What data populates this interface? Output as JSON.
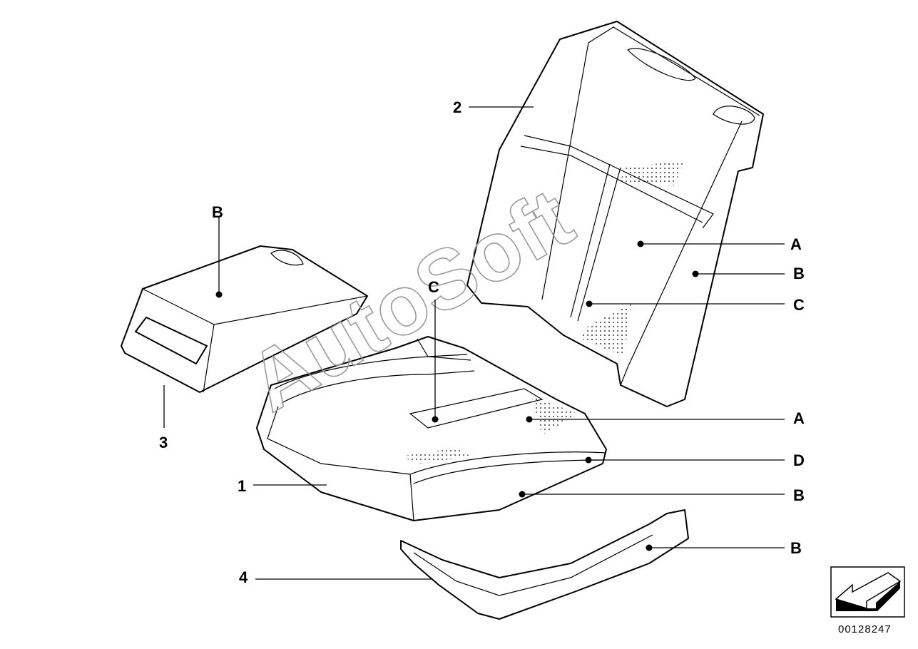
{
  "watermark": "AutoSoft",
  "callouts": {
    "part_1": "1",
    "part_2": "2",
    "part_3": "3",
    "part_4": "4",
    "armrest_B": "B",
    "seat_C": "C",
    "back_A": "A",
    "back_B": "B",
    "back_C": "C",
    "cushion_A": "A",
    "cushion_D": "D",
    "cushion_B": "B",
    "trim_B": "B"
  },
  "diagram_number": "00128247",
  "icons": {
    "orientation": "arrow-icon"
  }
}
